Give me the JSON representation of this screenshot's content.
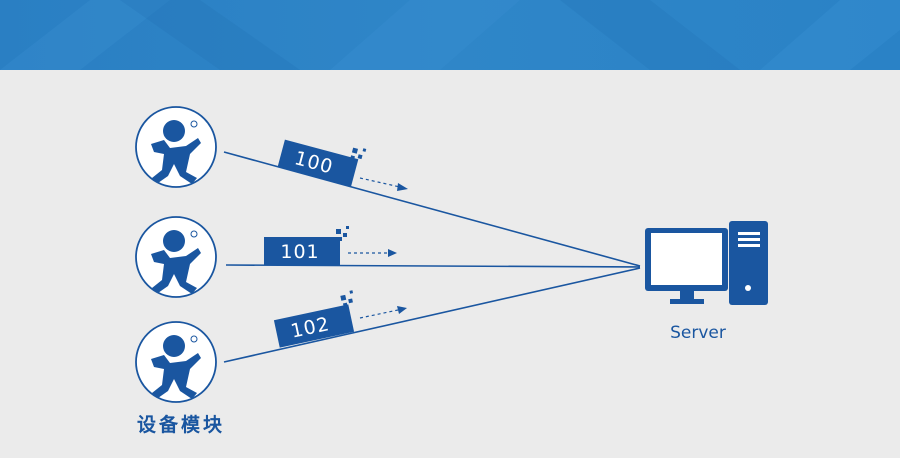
{
  "diagram": {
    "server_label": "Server",
    "device_label": "设备模块",
    "packets": [
      {
        "id": "packet-100",
        "label": "100"
      },
      {
        "id": "packet-101",
        "label": "101"
      },
      {
        "id": "packet-102",
        "label": "102"
      }
    ],
    "devices": [
      {
        "id": "device-1",
        "icon": "robot-mascot-icon"
      },
      {
        "id": "device-2",
        "icon": "robot-mascot-icon"
      },
      {
        "id": "device-3",
        "icon": "robot-mascot-icon"
      }
    ],
    "server_icon": "desktop-computer-icon",
    "colors": {
      "primary_blue": "#1a56a0",
      "banner_blue": "#2a7fc3",
      "background": "#ebebeb"
    }
  }
}
